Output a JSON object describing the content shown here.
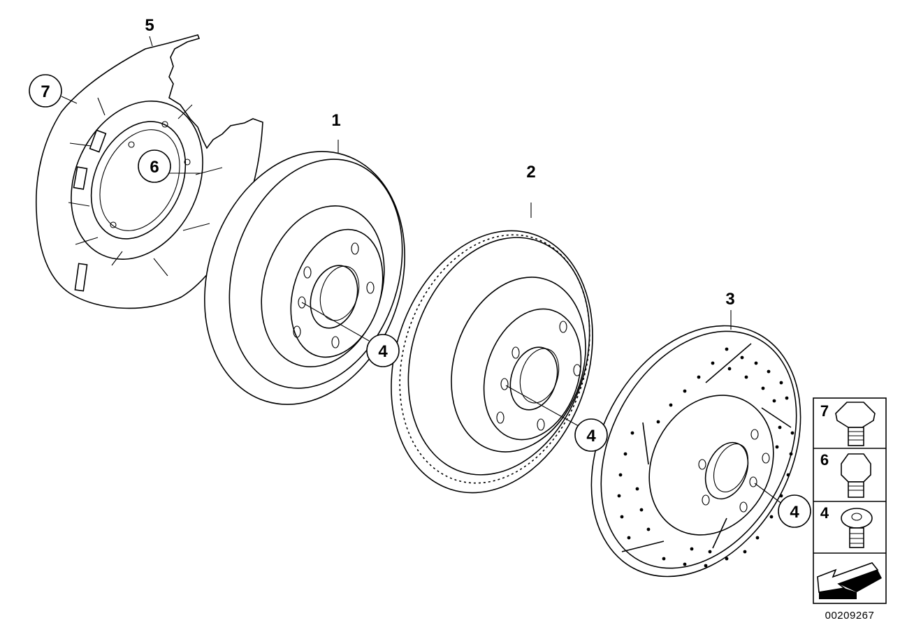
{
  "diagram": {
    "callouts": [
      {
        "id": "c1",
        "label": "1",
        "circled": false
      },
      {
        "id": "c2",
        "label": "2",
        "circled": false
      },
      {
        "id": "c3",
        "label": "3",
        "circled": false
      },
      {
        "id": "c4a",
        "label": "4",
        "circled": true
      },
      {
        "id": "c4b",
        "label": "4",
        "circled": true
      },
      {
        "id": "c4c",
        "label": "4",
        "circled": true
      },
      {
        "id": "c5",
        "label": "5",
        "circled": false
      },
      {
        "id": "c6",
        "label": "6",
        "circled": true
      },
      {
        "id": "c7",
        "label": "7",
        "circled": true
      }
    ],
    "legend": {
      "items": [
        {
          "label": "7",
          "part": "hex-bolt-icon"
        },
        {
          "label": "6",
          "part": "hex-bolt-icon"
        },
        {
          "label": "4",
          "part": "torx-screw-icon"
        }
      ],
      "arrow": "direction-arrow-icon"
    },
    "document_id": "00209267"
  }
}
